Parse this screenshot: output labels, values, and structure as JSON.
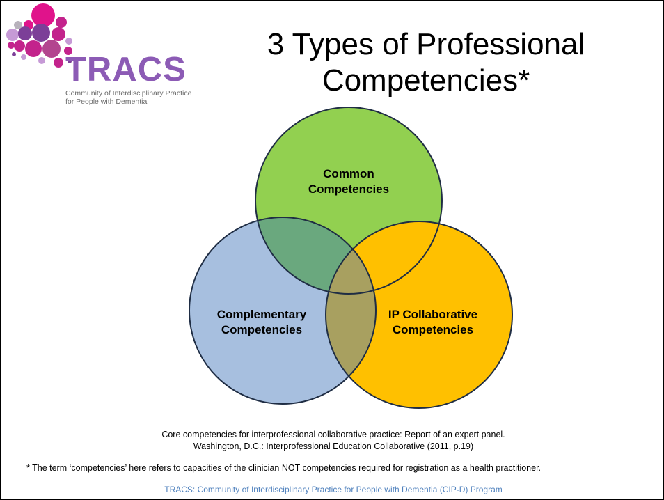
{
  "logo": {
    "icon": "tracs-bubbles-logo",
    "brand": "TRACS",
    "subtitle_line1": "Community of Interdisciplinary Practice",
    "subtitle_line2": "for People with Dementia",
    "colors": {
      "brand": "#8c5bb5",
      "magenta": "#e0138b",
      "purple": "#7c3f98",
      "pink": "#c3238c",
      "lavender": "#c69ad6"
    }
  },
  "title": {
    "line1": "3 Types of Professional",
    "line2": "Competencies*"
  },
  "venn": {
    "circles": [
      {
        "label_line1": "Common",
        "label_line2": "Competencies",
        "color": "#92d050"
      },
      {
        "label_line1": "Complementary",
        "label_line2": "Competencies",
        "color": "#a7bfdf"
      },
      {
        "label_line1": "IP Collaborative",
        "label_line2": "Competencies",
        "color": "#ffc000"
      }
    ],
    "overlap_colors": {
      "common_complementary": "#6aa87e",
      "complementary_ip": "#a8a060"
    }
  },
  "citation": {
    "line1": "Core competencies for interprofessional collaborative practice: Report of an expert panel.",
    "line2": "Washington, D.C.: Interprofessional Education Collaborative (2011, p.19)"
  },
  "note": "* The term ‘competencies’ here refers to capacities of the clinician NOT competencies required for registration as a health practitioner.",
  "footer": "TRACS: Community of Interdisciplinary Practice for People with Dementia (CIP-D) Program"
}
